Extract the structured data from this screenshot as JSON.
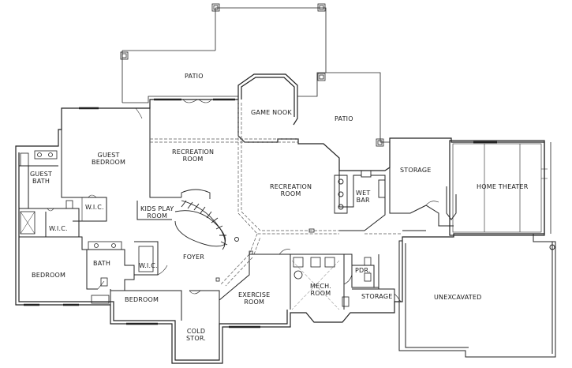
{
  "rooms": {
    "patio_left": "PATIO",
    "patio_right": "PATIO",
    "game_nook": "GAME NOOK",
    "guest_bedroom": [
      "GUEST",
      "BEDROOM"
    ],
    "recreation_room_left": [
      "RECREATION",
      "ROOM"
    ],
    "recreation_room_center": [
      "RECREATION",
      "ROOM"
    ],
    "guest_bath": [
      "GUEST",
      "BATH"
    ],
    "storage_upper": "STORAGE",
    "home_theater": "HOME THEATER",
    "wet_bar": [
      "WET",
      "BAR"
    ],
    "wic_upper": "W.I.C.",
    "kids_play_room": [
      "KIDS PLAY",
      "ROOM"
    ],
    "wic_left": "W.I.C.",
    "foyer": "FOYER",
    "bath": "BATH",
    "wic_mid": "W.I.C.",
    "bedroom_left": "BEDROOM",
    "bedroom_mid": "BEDROOM",
    "exercise_room": [
      "EXERCISE",
      "ROOM"
    ],
    "mech_room": [
      "MECH.",
      "ROOM"
    ],
    "pdr": "PDR.",
    "storage_lower": "STORAGE",
    "unexcavated": "UNEXCAVATED",
    "cold_storage": [
      "COLD",
      "STOR."
    ]
  },
  "colors": {
    "line": "#222222",
    "dashed": "#555555",
    "background": "#ffffff"
  }
}
